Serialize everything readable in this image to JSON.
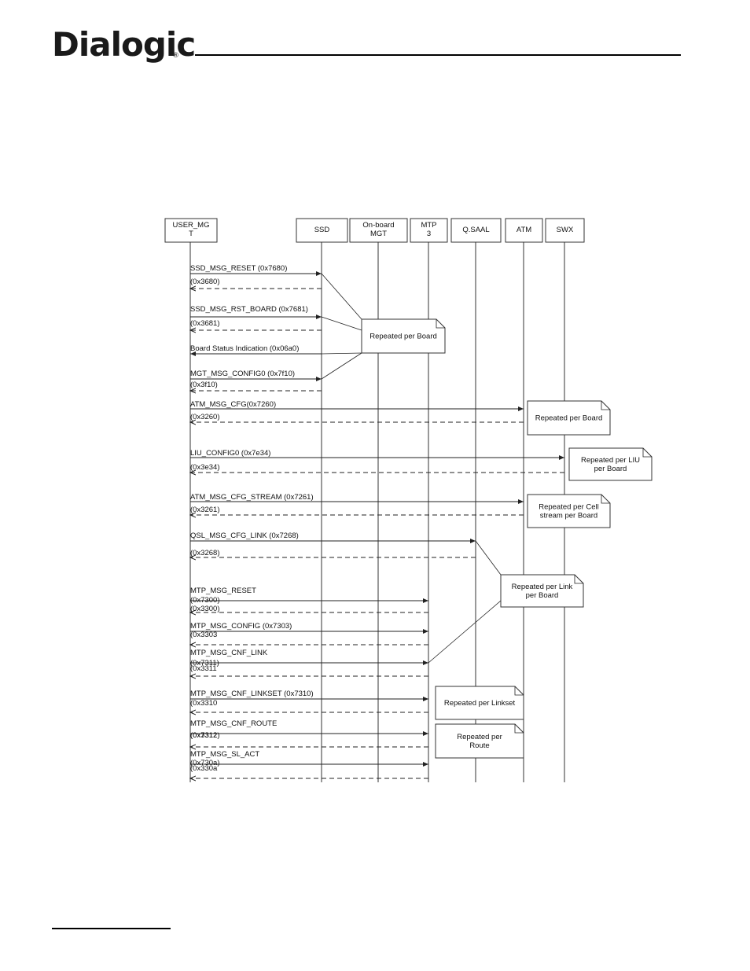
{
  "header": {
    "logo_text": "Dialogic",
    "registered_mark": "®"
  },
  "participants": [
    {
      "id": "user",
      "label": [
        "USER_MG",
        "T"
      ]
    },
    {
      "id": "ssd",
      "label": [
        "SSD"
      ]
    },
    {
      "id": "mgt",
      "label": [
        "On-board",
        "MGT"
      ]
    },
    {
      "id": "mtp",
      "label": [
        "MTP",
        "3"
      ]
    },
    {
      "id": "qsaal",
      "label": [
        "Q.SAAL"
      ]
    },
    {
      "id": "atm",
      "label": [
        "ATM"
      ]
    },
    {
      "id": "swx",
      "label": [
        "SWX"
      ]
    }
  ],
  "messages": [
    {
      "text": "SSD_MSG_RESET (0x7680)",
      "to": "ssd",
      "style": "solid"
    },
    {
      "text": "(0x3680)",
      "to": "ssd",
      "style": "dashed"
    },
    {
      "text": "SSD_MSG_RST_BOARD (0x7681)",
      "to": "ssd",
      "style": "solid"
    },
    {
      "text": "(0x3681)",
      "to": "ssd",
      "style": "dashed"
    },
    {
      "text": "Board Status Indication (0x06a0)",
      "to": "ssd",
      "style": "solid"
    },
    {
      "text": "MGT_MSG_CONFIG0 (0x7f10)",
      "to": "ssd",
      "style": "solid"
    },
    {
      "text": "(0x3f10)",
      "to": "ssd",
      "style": "dashed"
    },
    {
      "text": "ATM_MSG_CFG(0x7260)",
      "to": "atm",
      "style": "solid"
    },
    {
      "text": "(0x3260)",
      "to": "atm",
      "style": "dashed"
    },
    {
      "text": "LIU_CONFIG0 (0x7e34)",
      "to": "swx",
      "style": "solid"
    },
    {
      "text": "(0x3e34)",
      "to": "swx",
      "style": "dashed"
    },
    {
      "text": "ATM_MSG_CFG_STREAM (0x7261)",
      "to": "atm",
      "style": "solid"
    },
    {
      "text": "(0x3261)",
      "to": "atm",
      "style": "dashed"
    },
    {
      "text": "QSL_MSG_CFG_LINK (0x7268)",
      "to": "qsaal",
      "style": "solid"
    },
    {
      "text": "(0x3268)",
      "to": "qsaal",
      "style": "dashed"
    },
    {
      "text": "MTP_MSG_RESET",
      "to": "mtp",
      "style": "label"
    },
    {
      "text": "(0x7300)",
      "to": "mtp",
      "style": "solid"
    },
    {
      "text": "(0x3300)",
      "to": "mtp",
      "style": "dashed"
    },
    {
      "text": "MTP_MSG_CONFIG (0x7303)",
      "to": "mtp",
      "style": "solid"
    },
    {
      "text": "(0x3303",
      "to": "mtp",
      "style": "dashed"
    },
    {
      "text": "MTP_MSG_CNF_LINK",
      "to": "mtp",
      "style": "label"
    },
    {
      "text": "(0x7311)",
      "to": "mtp",
      "style": "solid"
    },
    {
      "text": "(0x3311",
      "to": "mtp",
      "style": "dashed"
    },
    {
      "text": "MTP_MSG_CNF_LINKSET (0x7310)",
      "to": "mtp",
      "style": "solid"
    },
    {
      "text": "(0x3310",
      "to": "mtp",
      "style": "dashed"
    },
    {
      "text": "MTP_MSG_CNF_ROUTE",
      "to": "mtp",
      "style": "label"
    },
    {
      "text": "(0x7312)",
      "to": "mtp",
      "style": "solid"
    },
    {
      "text": "(0x3312",
      "to": "mtp",
      "style": "dashed"
    },
    {
      "text": "MTP_MSG_SL_ACT",
      "to": "mtp",
      "style": "label"
    },
    {
      "text": "(0x730a)",
      "to": "mtp",
      "style": "solid"
    },
    {
      "text": "(0x330a",
      "to": "mtp",
      "style": "dashed"
    }
  ],
  "notes": [
    {
      "lines": [
        "Repeated per Board"
      ]
    },
    {
      "lines": [
        "Repeated per Board"
      ]
    },
    {
      "lines": [
        "Repeated per LIU",
        "per Board"
      ]
    },
    {
      "lines": [
        "Repeated per Cell",
        "stream per Board"
      ]
    },
    {
      "lines": [
        "Repeated per Link",
        "per Board"
      ]
    },
    {
      "lines": [
        "Repeated per Linkset"
      ]
    },
    {
      "lines": [
        "Repeated per",
        "Route"
      ]
    }
  ]
}
